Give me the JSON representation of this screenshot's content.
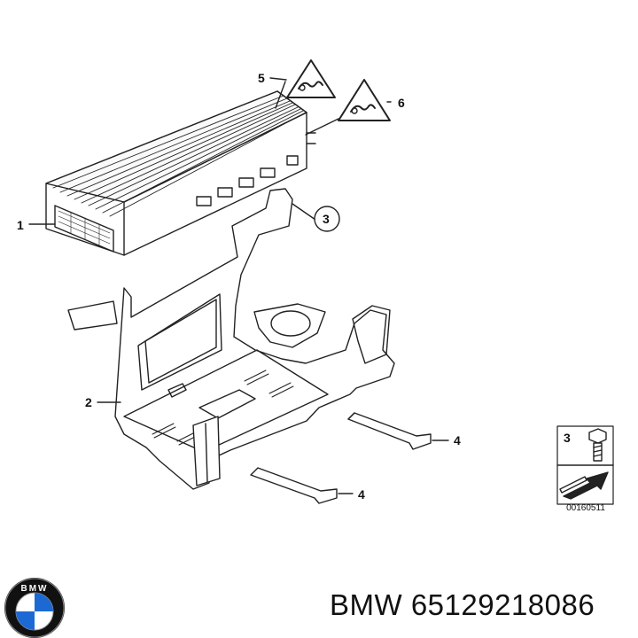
{
  "callouts": {
    "c1": "1",
    "c2": "2",
    "c3": "3",
    "c4a": "4",
    "c4b": "4",
    "c5": "5",
    "c6": "6"
  },
  "inset": {
    "number": "3",
    "code": "00160511"
  },
  "footer": {
    "brand": "BMW",
    "part_number": "65129218086",
    "logo_letters": "BMW"
  },
  "icons": [
    "bmw-logo-icon",
    "warning-triangle-icon",
    "bolt-icon",
    "arrow-icon"
  ],
  "colors": {
    "line": "#222222",
    "logo_blue": "#1c69d4",
    "logo_ring": "#111111"
  }
}
